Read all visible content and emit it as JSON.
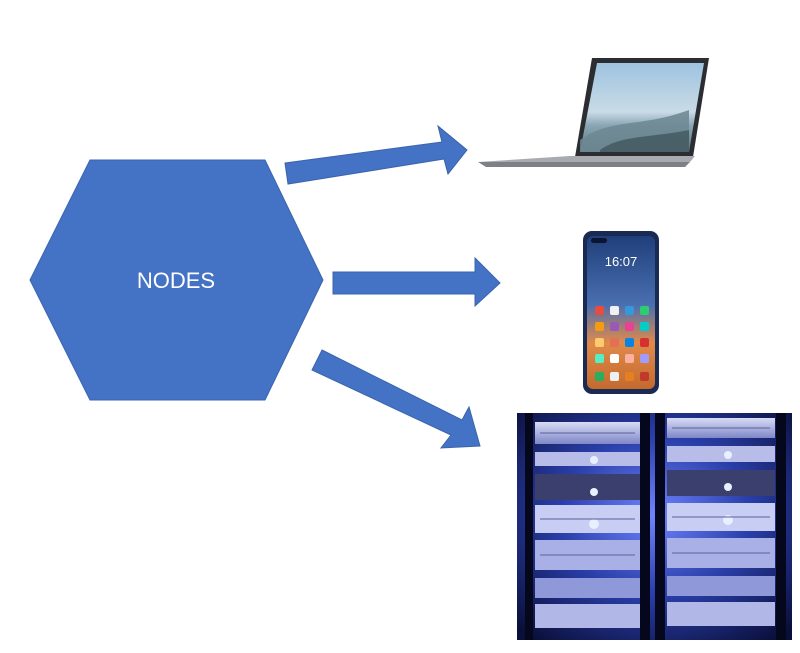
{
  "diagram": {
    "node_label": "NODES",
    "colors": {
      "shape_fill": "#4472c4",
      "arrow_fill": "#4472c4",
      "background": "#ffffff"
    },
    "devices": [
      {
        "name": "laptop",
        "icon": "laptop-icon"
      },
      {
        "name": "smartphone",
        "icon": "smartphone-icon"
      },
      {
        "name": "server-rack",
        "icon": "server-rack-icon"
      }
    ],
    "phone_screen_time": "16:07"
  }
}
